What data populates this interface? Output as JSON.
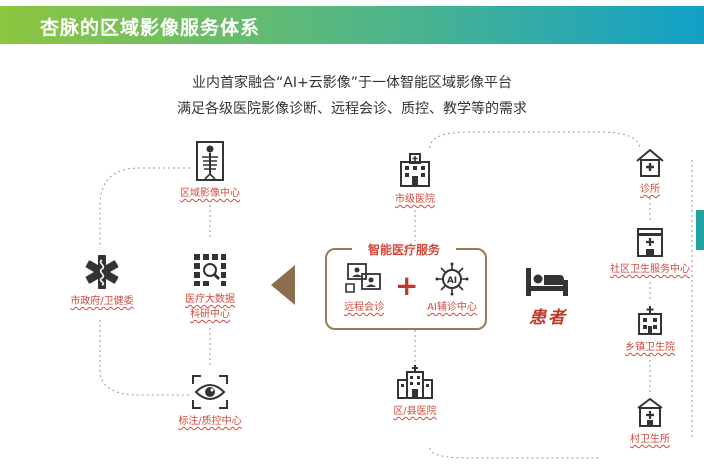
{
  "banner": {
    "title": "杏脉的区域影像服务体系"
  },
  "intro": {
    "line1": "业内首家融合“AI+云影像”于一体智能区域影像平台",
    "line2": "满足各级医院影像诊断、远程会诊、质控、教学等的需求"
  },
  "left_nodes": {
    "regional_center": "区域影像中心",
    "big_data": {
      "line1": "医疗大数据",
      "line2": "科研中心"
    },
    "government": "市政府/卫健委",
    "qc_center": "标注/质控中心"
  },
  "center": {
    "title": "智能医疗服务",
    "remote": "远程会诊",
    "ai": "AI辅诊中心"
  },
  "hospitals": {
    "city": "市级医院",
    "district": "区/县医院"
  },
  "patient": {
    "label": "患者"
  },
  "right_nodes": {
    "clinic": "诊所",
    "community": "社区卫生服务中心",
    "township": "乡镇卫生院",
    "village": "村卫生所"
  },
  "colors": {
    "label_red": "#d14b3e",
    "icon_dark": "#333333",
    "box_border": "#9c7a55",
    "arrow": "#8b6e4e",
    "banner_start": "#8dc63f",
    "banner_end": "#12a0c8"
  }
}
